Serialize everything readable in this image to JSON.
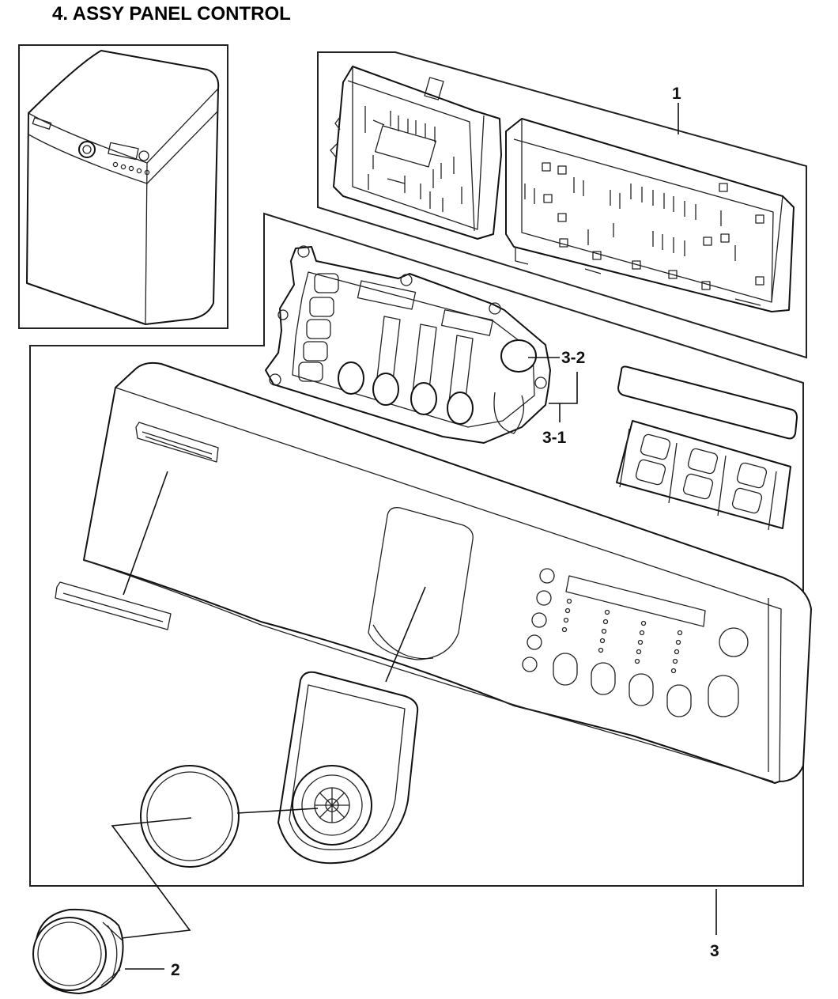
{
  "title": "4. ASSY PANEL CONTROL",
  "callouts": {
    "c1": "1",
    "c2": "2",
    "c3": "3",
    "c31": "3-1",
    "c32": "3-2"
  }
}
